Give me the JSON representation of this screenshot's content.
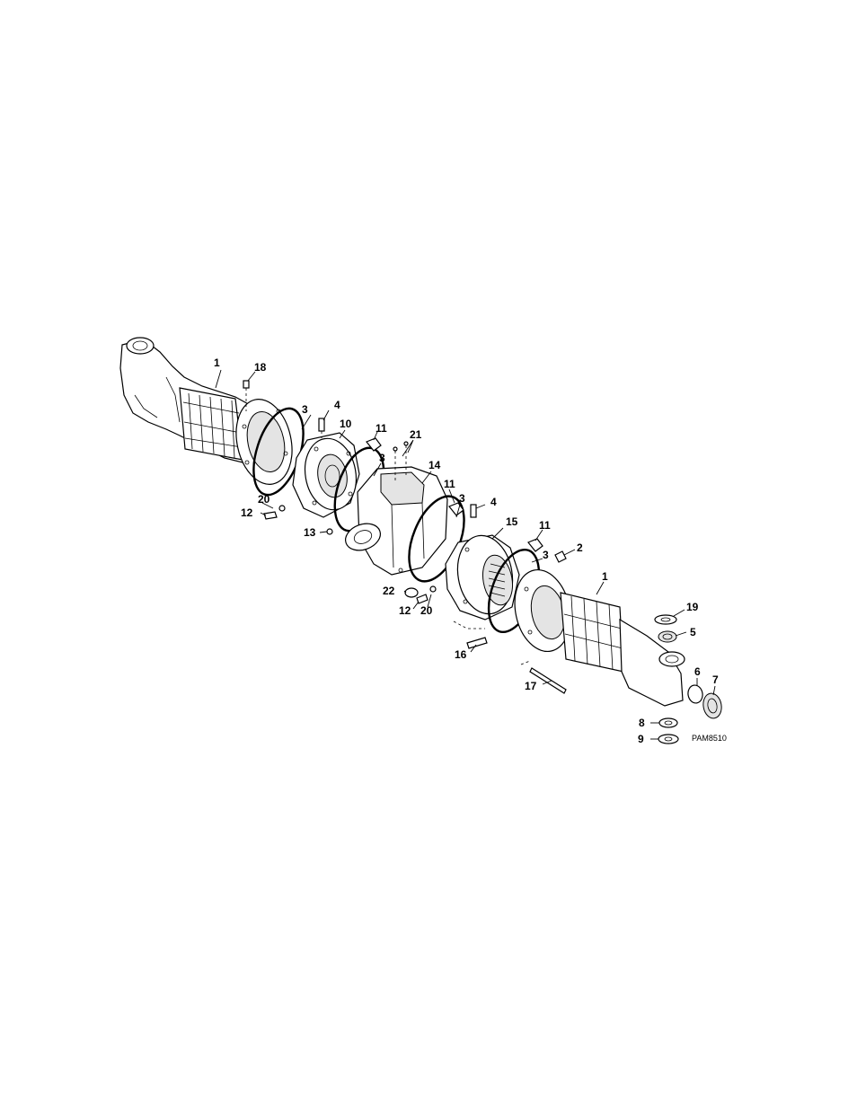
{
  "figure": {
    "code": "PAM8510",
    "callouts": [
      "1",
      "18",
      "3",
      "4",
      "10",
      "11",
      "21",
      "3",
      "14",
      "11",
      "3",
      "4",
      "15",
      "11",
      "3",
      "2",
      "1",
      "19",
      "5",
      "6",
      "7",
      "8",
      "9",
      "17",
      "16",
      "12",
      "20",
      "22",
      "13",
      "20",
      "12"
    ]
  }
}
